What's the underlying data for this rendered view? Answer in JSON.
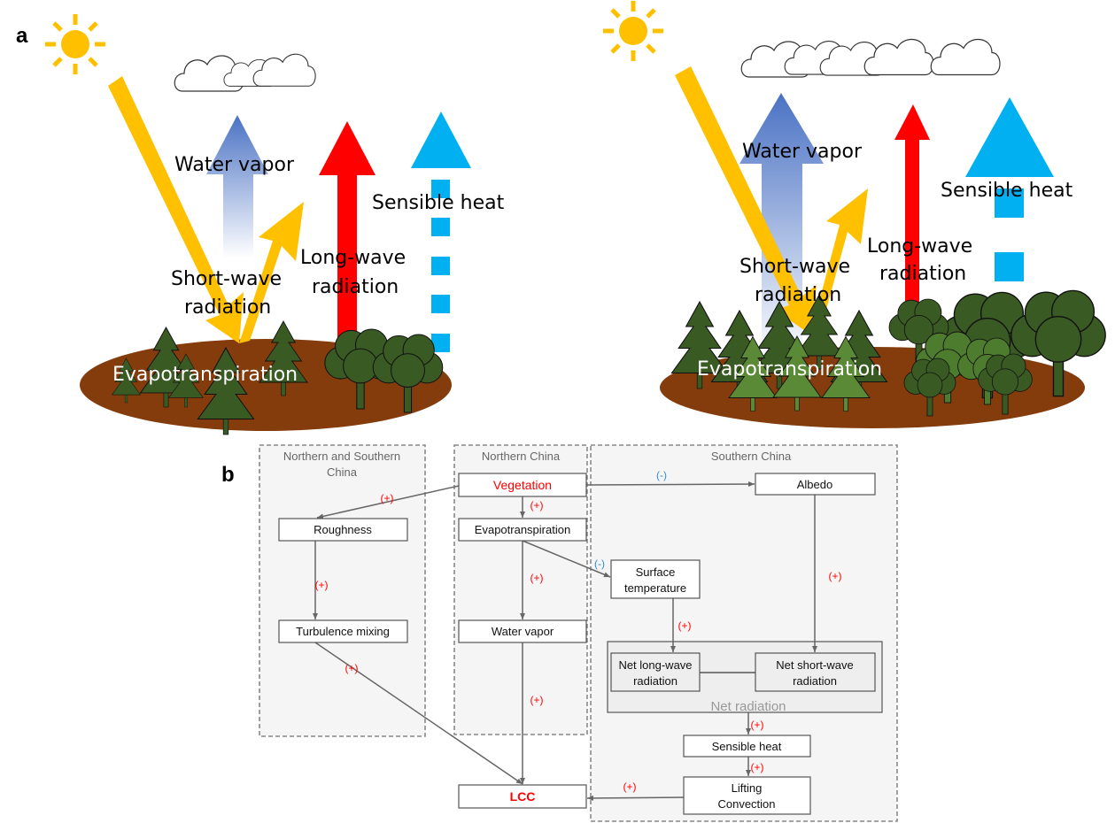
{
  "panel_a": {
    "label": "a",
    "left_scene": {
      "water_vapor": "Water vapor",
      "sensible_heat": "Sensible heat",
      "short_wave": [
        "Short-wave",
        "radiation"
      ],
      "long_wave": [
        "Long-wave",
        "radiation"
      ],
      "evapotranspiration": "Evapotranspiration"
    },
    "right_scene": {
      "water_vapor": "Water vapor",
      "sensible_heat": "Sensible heat",
      "short_wave": [
        "Short-wave",
        "radiation"
      ],
      "long_wave": [
        "Long-wave",
        "radiation"
      ],
      "evapotranspiration": "Evapotranspiration"
    }
  },
  "panel_b": {
    "label": "b",
    "groups": {
      "north_south": [
        "Northern and Southern",
        "China"
      ],
      "north": "Northern China",
      "south": "Southern China"
    },
    "nodes": {
      "vegetation": "Vegetation",
      "evapotranspiration": "Evapotranspiration",
      "roughness": "Roughness",
      "turbulence": "Turbulence mixing",
      "water_vapor": "Water vapor",
      "lcc": "LCC",
      "albedo": "Albedo",
      "surface_temp": [
        "Surface",
        "temperature"
      ],
      "net_long": [
        "Net long-wave",
        "radiation"
      ],
      "net_short": [
        "Net short-wave",
        "radiation"
      ],
      "net_radiation": "Net radiation",
      "sensible_heat": "Sensible heat",
      "lifting": [
        "Lifting",
        "Convection"
      ]
    },
    "signs": {
      "veg_rough": "(+)",
      "veg_evap": "(+)",
      "veg_albedo": "(-)",
      "rough_turb": "(+)",
      "turb_lcc": "(+)",
      "evap_surf": "(-)",
      "evap_wv": "(+)",
      "wv_lcc": "(+)",
      "albedo_short": "(+)",
      "surf_long": "(+)",
      "net_sens": "(+)",
      "sens_lift": "(+)",
      "lift_lcc": "(+)"
    },
    "colors": {
      "positive": "#ff0000",
      "negative": "#2f8fd8",
      "highlight_node": "#ff0000"
    }
  }
}
